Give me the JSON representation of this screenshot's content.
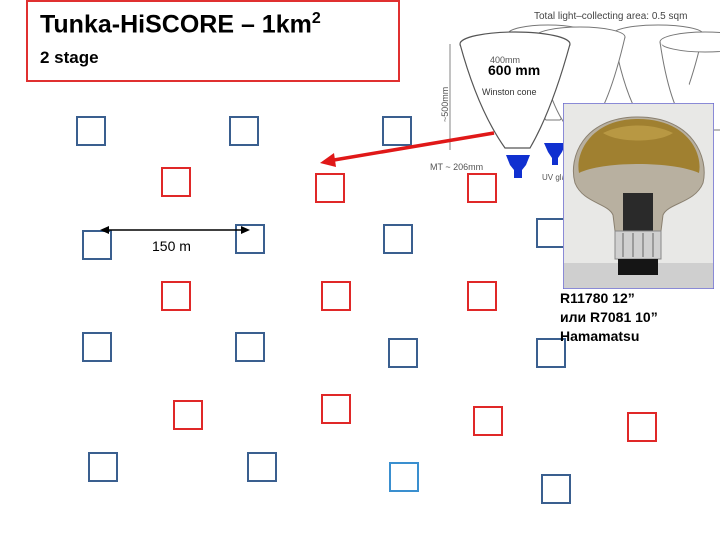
{
  "title": {
    "main": "Tunka-HiSCORE – 1km",
    "sup": "2",
    "subtitle": "2 stage"
  },
  "detector_array": {
    "legend_label": "150 m",
    "stations": [
      {
        "color": "blue"
      },
      {
        "color": "blue"
      },
      {
        "color": "blue"
      },
      {
        "color": "red"
      },
      {
        "color": "red"
      },
      {
        "color": "red"
      },
      {
        "color": "blue"
      },
      {
        "color": "blue"
      },
      {
        "color": "blue"
      },
      {
        "color": "blue"
      },
      {
        "color": "red"
      },
      {
        "color": "red"
      },
      {
        "color": "red"
      },
      {
        "color": "blue"
      },
      {
        "color": "blue"
      },
      {
        "color": "blue"
      },
      {
        "color": "blue"
      },
      {
        "color": "red"
      },
      {
        "color": "red"
      },
      {
        "color": "red"
      },
      {
        "color": "red"
      },
      {
        "color": "blue"
      },
      {
        "color": "blue"
      },
      {
        "color": "lightblue"
      },
      {
        "color": "blue"
      }
    ]
  },
  "winston_cone": {
    "total_area_text": "Total light–collecting area: 0.5 sqm",
    "diameter_label": "400mm",
    "height_label": "~500mm",
    "cone_label": "Winston cone",
    "pmt_label": "MT ~ 206mm",
    "uv_label": "UV glass",
    "size_label": "600 mm"
  },
  "pmt": {
    "caption_line1": "R11780  12”",
    "caption_line2": "или R7081 10”",
    "caption_line3": "Hamamatsu"
  },
  "colors": {
    "blue": "#3a5f8f",
    "red": "#e02828",
    "lightblue": "#3a8fcf",
    "arrow": "#e01818",
    "frame": "#e03030"
  }
}
